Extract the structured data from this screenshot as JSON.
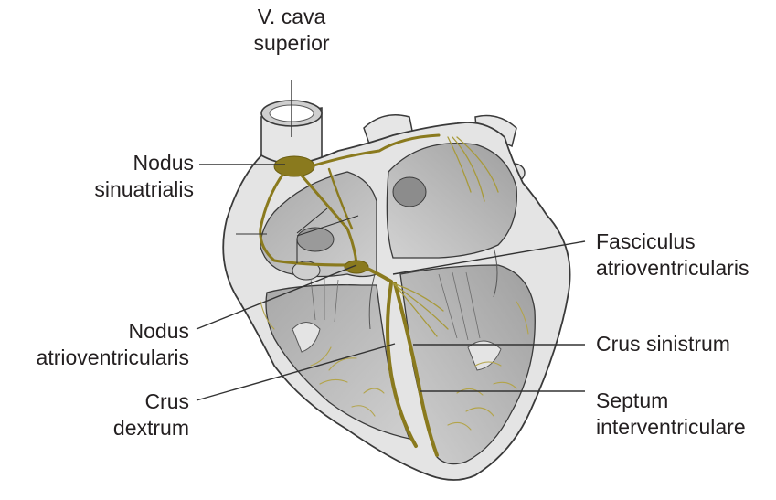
{
  "labels": {
    "vena_cava": [
      "V. cava",
      "superior"
    ],
    "sa_node": [
      "Nodus",
      "sinuatrialis"
    ],
    "av_node": [
      "Nodus",
      "atrioventricularis"
    ],
    "crus_dextrum": [
      "Crus",
      "dextrum"
    ],
    "fasciculus": [
      "Fasciculus",
      "atrioventricularis"
    ],
    "crus_sinistrum": "Crus sinistrum",
    "septum": [
      "Septum",
      "interventriculare"
    ]
  },
  "colors": {
    "conduction": "#8a7a1e",
    "conduction_light": "#c2b45a",
    "heart_wall": "#e4e4e4",
    "chamber": "#b9b9b9",
    "outline": "#3a3a3a",
    "leader": "#333333"
  }
}
